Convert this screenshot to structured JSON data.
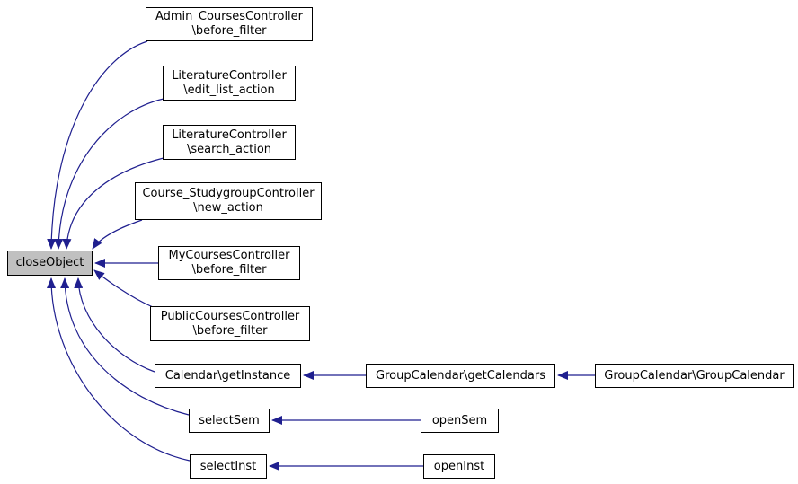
{
  "diagram": {
    "kind": "caller-graph",
    "background": "#ffffff",
    "edge_color": "#1f1f8f",
    "node_fill": "#ffffff",
    "highlight_fill": "#c0c0c0",
    "border_color": "#000000",
    "text_color": "#000000"
  },
  "nodes": [
    {
      "id": "close-object",
      "lines": [
        "closeObject"
      ],
      "highlighted": true
    },
    {
      "id": "admin-courses-before-filter",
      "lines": [
        "Admin_CoursesController",
        "\\before_filter"
      ]
    },
    {
      "id": "literature-edit-list-action",
      "lines": [
        "LiteratureController",
        "\\edit_list_action"
      ]
    },
    {
      "id": "literature-search-action",
      "lines": [
        "LiteratureController",
        "\\search_action"
      ]
    },
    {
      "id": "course-studygroup-new-action",
      "lines": [
        "Course_StudygroupController",
        "\\new_action"
      ]
    },
    {
      "id": "mycourses-before-filter",
      "lines": [
        "MyCoursesController",
        "\\before_filter"
      ]
    },
    {
      "id": "publiccourses-before-filter",
      "lines": [
        "PublicCoursesController",
        "\\before_filter"
      ]
    },
    {
      "id": "calendar-getinstance",
      "lines": [
        "Calendar\\getInstance"
      ]
    },
    {
      "id": "groupcalendar-getcalendars",
      "lines": [
        "GroupCalendar\\getCalendars"
      ]
    },
    {
      "id": "groupcalendar-groupcalendar",
      "lines": [
        "GroupCalendar\\GroupCalendar"
      ]
    },
    {
      "id": "selectsem",
      "lines": [
        "selectSem"
      ]
    },
    {
      "id": "opensem",
      "lines": [
        "openSem"
      ]
    },
    {
      "id": "selectinst",
      "lines": [
        "selectInst"
      ]
    },
    {
      "id": "openinst",
      "lines": [
        "openInst"
      ]
    }
  ],
  "edges": [
    {
      "from": "admin-courses-before-filter",
      "to": "close-object"
    },
    {
      "from": "literature-edit-list-action",
      "to": "close-object"
    },
    {
      "from": "literature-search-action",
      "to": "close-object"
    },
    {
      "from": "course-studygroup-new-action",
      "to": "close-object"
    },
    {
      "from": "mycourses-before-filter",
      "to": "close-object"
    },
    {
      "from": "publiccourses-before-filter",
      "to": "close-object"
    },
    {
      "from": "calendar-getinstance",
      "to": "close-object"
    },
    {
      "from": "selectsem",
      "to": "close-object"
    },
    {
      "from": "selectinst",
      "to": "close-object"
    },
    {
      "from": "groupcalendar-getcalendars",
      "to": "calendar-getinstance"
    },
    {
      "from": "groupcalendar-groupcalendar",
      "to": "groupcalendar-getcalendars"
    },
    {
      "from": "opensem",
      "to": "selectsem"
    },
    {
      "from": "openinst",
      "to": "selectinst"
    }
  ]
}
